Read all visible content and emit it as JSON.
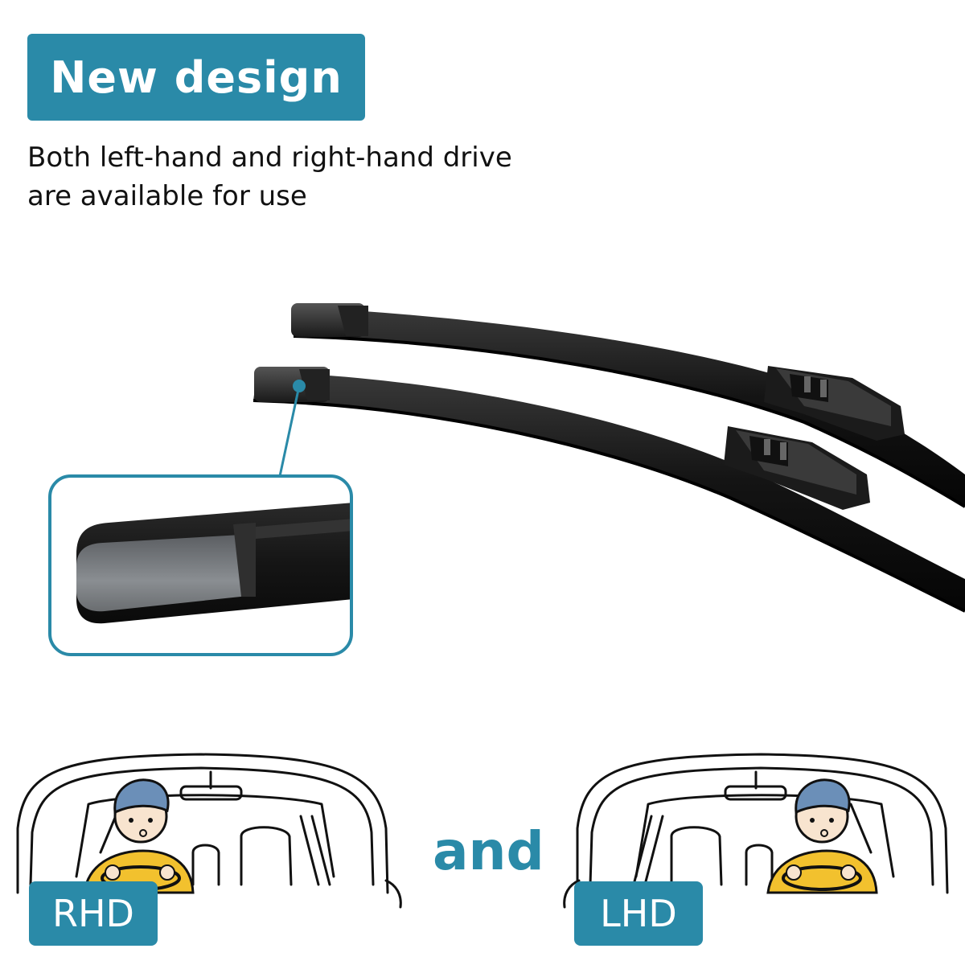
{
  "headline": "New design",
  "subtitle": {
    "line1": "Both left-hand and right-hand drive",
    "line2": "are available for use"
  },
  "connector": "and",
  "labels": {
    "rhd": "RHD",
    "lhd": "LHD"
  },
  "colors": {
    "accent": "#2a8aa8",
    "blade": "#111111"
  }
}
